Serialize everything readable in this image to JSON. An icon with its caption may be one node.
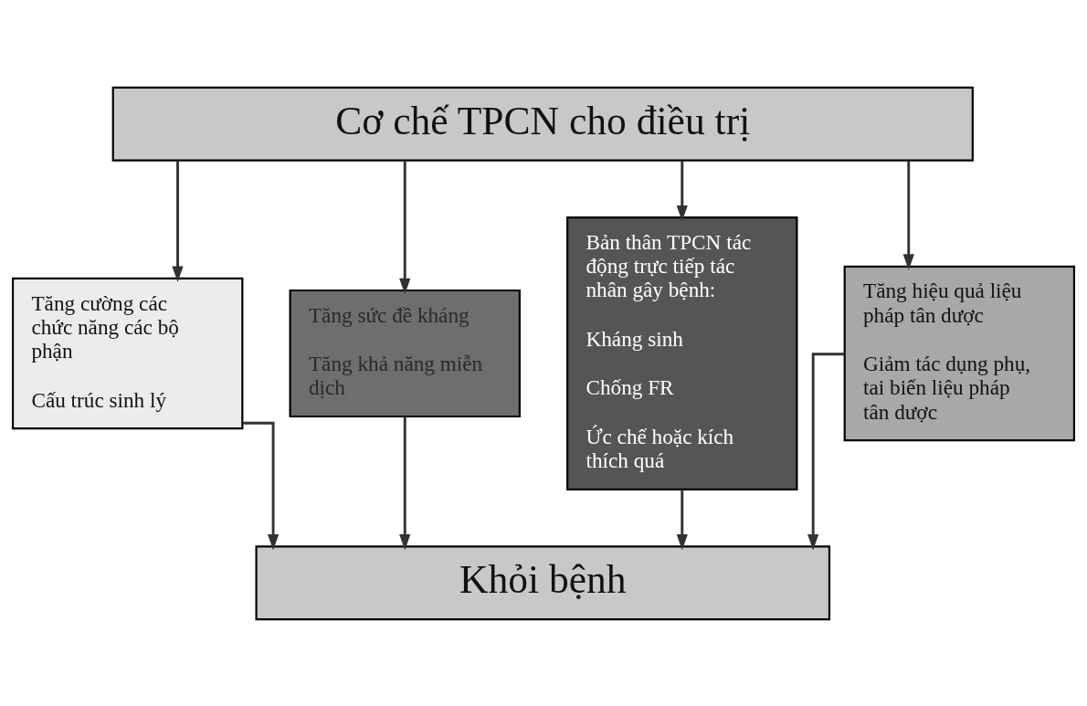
{
  "diagram": {
    "nodes": [
      {
        "text": [
          "Cơ chế TPCN cho điều trị"
        ]
      },
      {
        "text": [
          "Tăng cường các chức năng các bộ phận",
          "Cấu trúc sinh lý"
        ]
      },
      {
        "text": [
          "Tăng sức đề kháng",
          "Tăng khả năng miễn dịch"
        ]
      },
      {
        "text": [
          "Bản thân TPCN tác động trực tiếp tác nhân gây bệnh:",
          "Kháng sinh",
          "Chống FR",
          "Ức chế hoặc kích thích quá"
        ]
      },
      {
        "text": [
          "Tăng hiệu quả liệu pháp tân dược",
          "Giảm tác dụng phụ, tai biến liệu pháp tân dược"
        ]
      },
      {
        "text": [
          "Khỏi bệnh"
        ]
      }
    ],
    "edges": [
      {
        "from": 0,
        "to": 1,
        "arrow": "to"
      },
      {
        "from": 0,
        "to": 2,
        "arrow": "to"
      },
      {
        "from": 0,
        "to": 3,
        "arrow": "to"
      },
      {
        "from": 0,
        "to": 4,
        "arrow": "to"
      },
      {
        "from": 1,
        "to": 5,
        "arrow": "to"
      },
      {
        "from": 2,
        "to": 5,
        "arrow": "to"
      },
      {
        "from": 3,
        "to": 5,
        "arrow": "to"
      },
      {
        "from": 4,
        "to": 5,
        "arrow": "to"
      }
    ]
  }
}
